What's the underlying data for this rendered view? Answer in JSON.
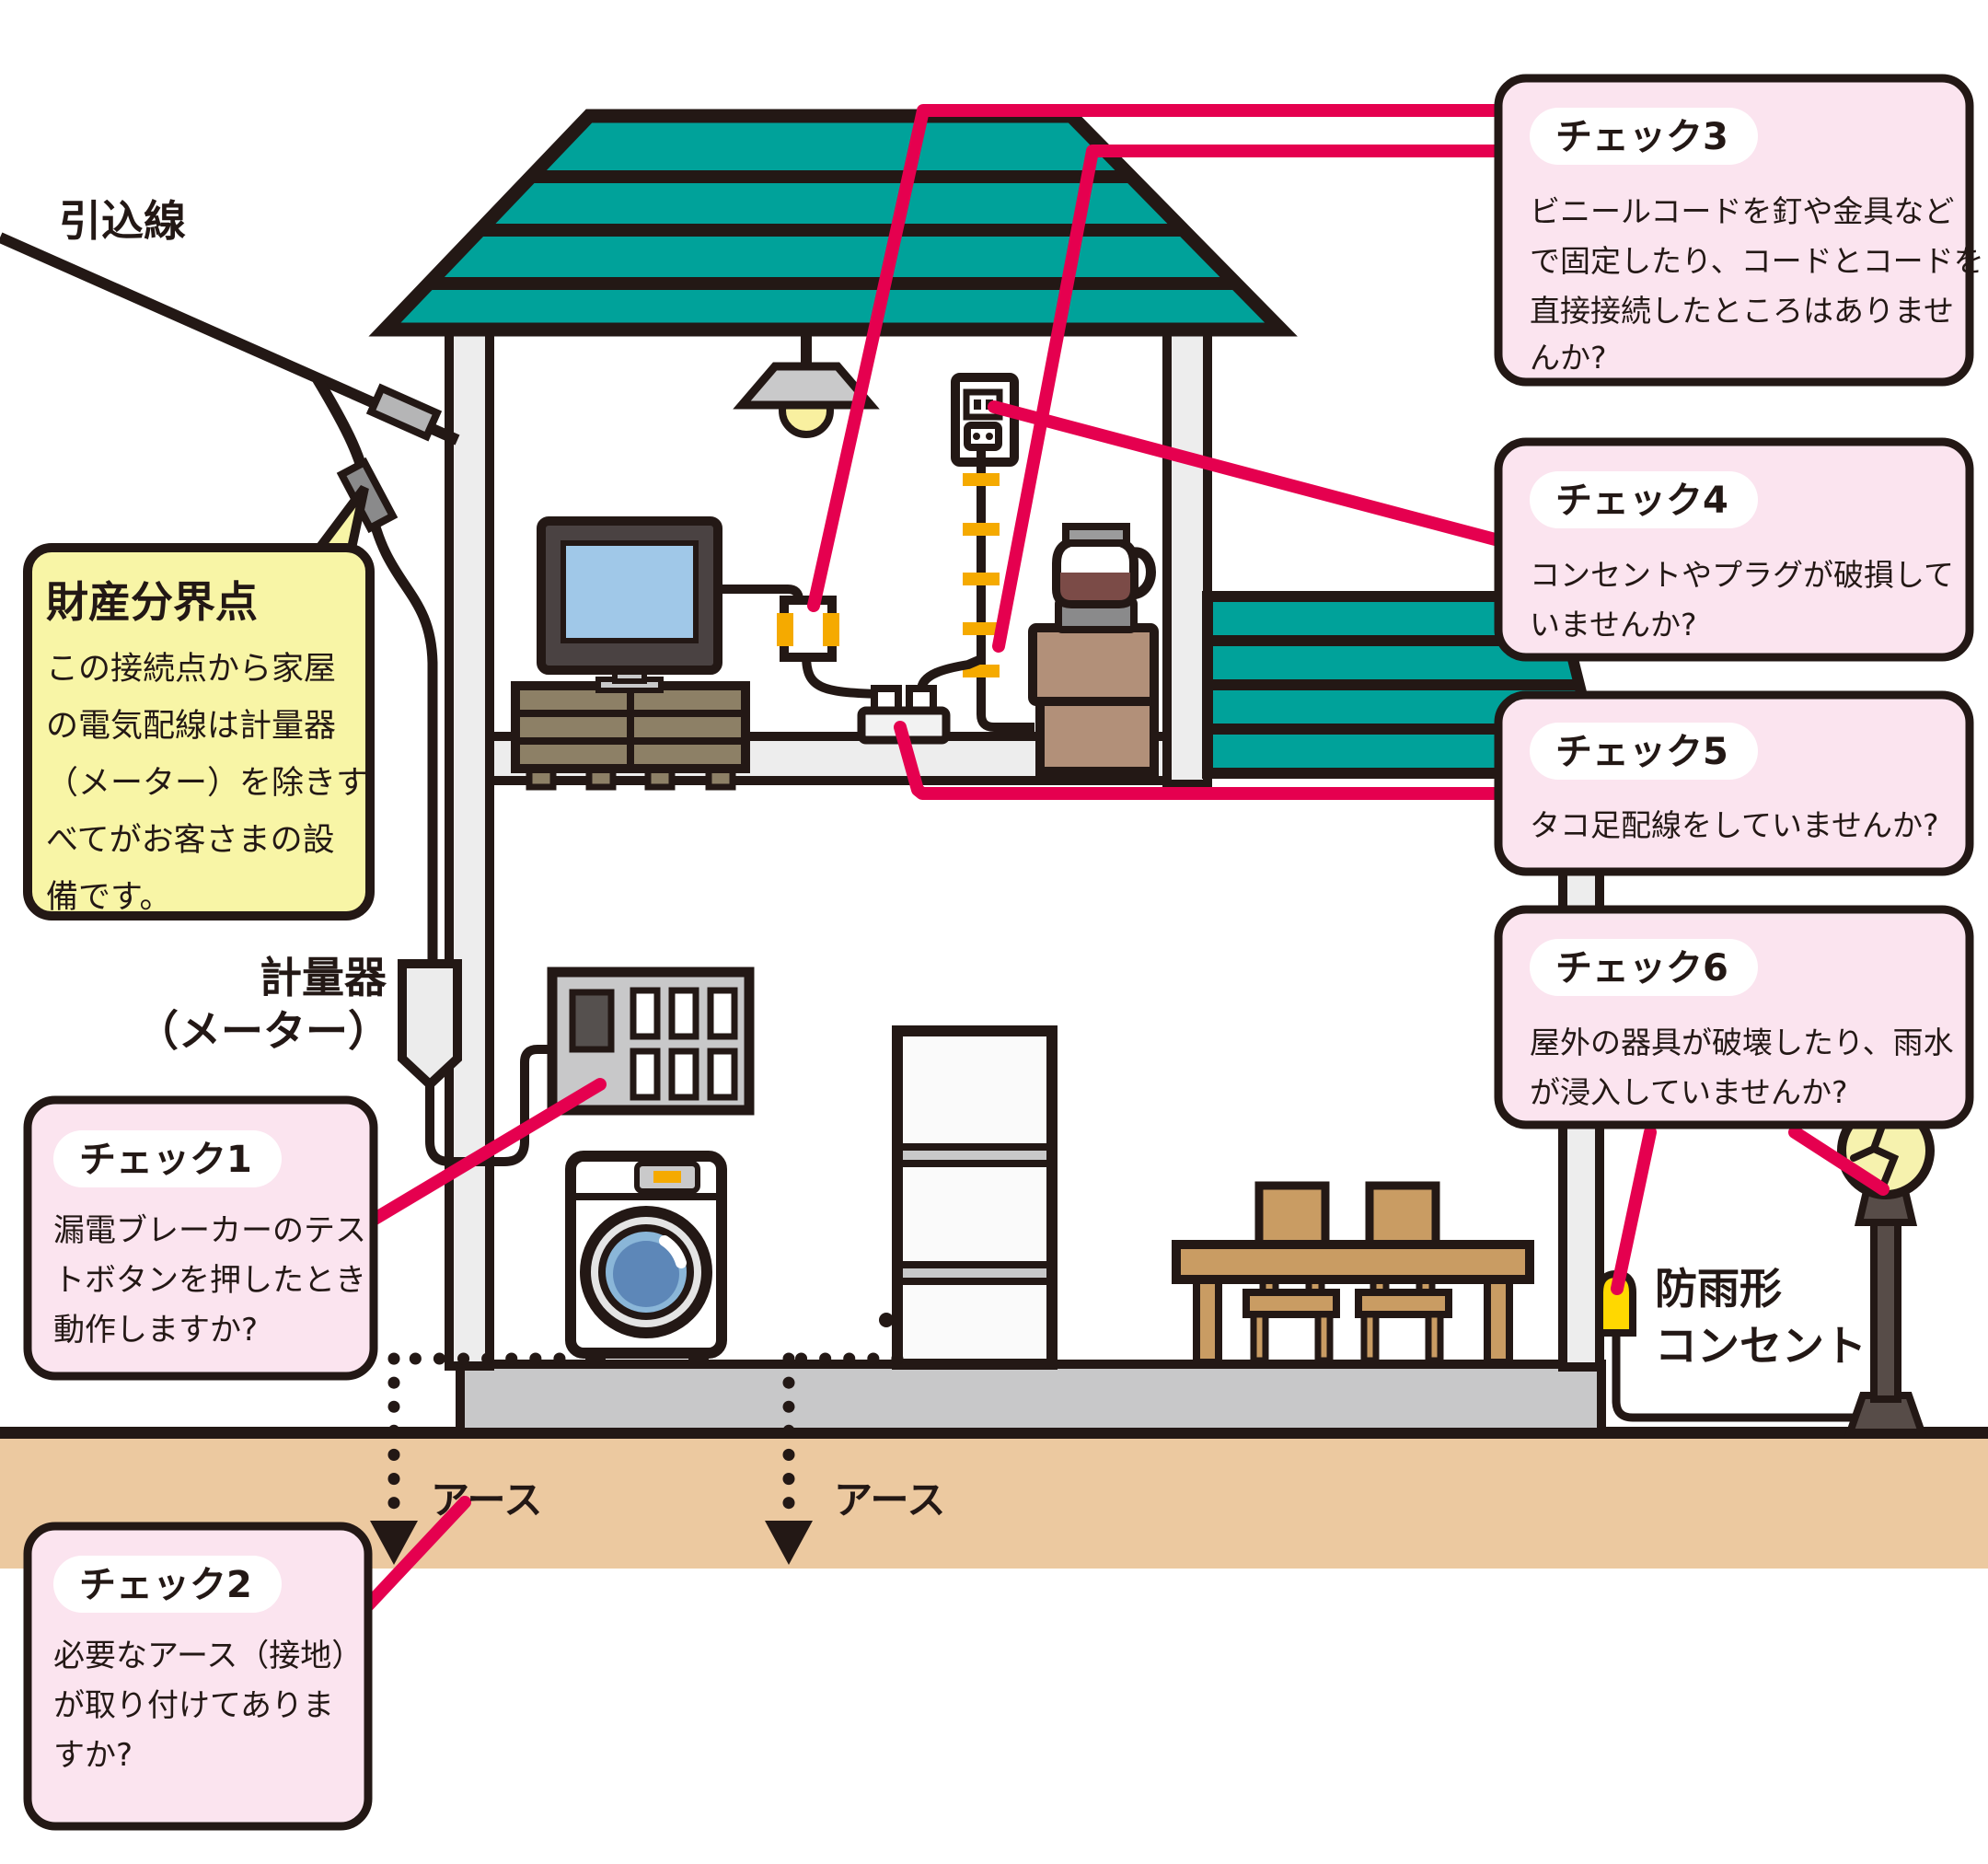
{
  "labels": {
    "service_line": "引込線",
    "meter_line1": "計量器",
    "meter_line2": "（メーター）",
    "earth_left": "アース",
    "earth_right": "アース",
    "outdoor_outlet_line1": "防雨形",
    "outdoor_outlet_line2": "コンセント"
  },
  "property_note": {
    "title": "財産分界点",
    "lines": [
      "この接続点から家屋",
      "の電気配線は計量器",
      "（メーター）を除きす",
      "べてがお客さまの設",
      "備です。"
    ]
  },
  "checks": [
    {
      "title": "チェック1",
      "lines": [
        "漏電ブレーカーのテス",
        "トボタンを押したとき",
        "動作しますか?"
      ]
    },
    {
      "title": "チェック2",
      "lines": [
        "必要なアース（接地）",
        "が取り付けてありま",
        "すか?"
      ]
    },
    {
      "title": "チェック3",
      "lines": [
        "ビニールコードを釘や金具など",
        "で固定したり、コードとコードを",
        "直接接続したところはありませ",
        "んか?"
      ]
    },
    {
      "title": "チェック4",
      "lines": [
        "コンセントやプラグが破損して",
        "いませんか?"
      ]
    },
    {
      "title": "チェック5",
      "lines": [
        "タコ足配線をしていませんか?"
      ]
    },
    {
      "title": "チェック6",
      "lines": [
        "屋外の器具が破壊したり、雨水",
        "が浸入していませんか?"
      ]
    }
  ],
  "colors": {
    "outline": "#231815",
    "roof_teal": "#00a29a",
    "wall_gray": "#ededed",
    "foundation_gray": "#c8c8c9",
    "ground_tan": "#ecc9a0",
    "callout_pink": "#fbe4ef",
    "note_yellow": "#f8f5a6",
    "connector_red": "#e5004f",
    "clamp_orange": "#f5aa00",
    "outdoor_outlet_yellow": "#ffd800"
  }
}
